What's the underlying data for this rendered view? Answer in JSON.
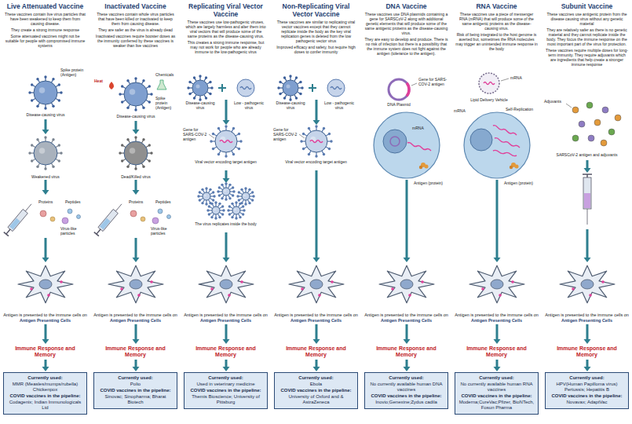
{
  "diagram": {
    "nodes": [
      {
        "text": [
          "Currently used:",
          "MMR (Measles/mumps/rubella) Chickenpox",
          "COVID vaccines in the pipeline:",
          "Codagenix; Indian Immunologicals Ltd"
        ]
      },
      {
        "text": [
          "Currently used:",
          "Polio",
          "COVID vaccines in the pipeline:",
          "Sinovac; Sinopharma; Bharat Biotech"
        ]
      },
      {
        "text": [
          "Currently used:",
          "Used in veterinary medicine",
          "COVID vaccines in the pipeline:",
          "Themis Bioscience; University of Pittsburg"
        ]
      },
      {
        "text": [
          "Currently used:",
          "Ebola",
          "COVID vaccines in the pipeline:",
          "University of Oxford and & AstraZeneca"
        ]
      },
      {
        "text": [
          "Currently used:",
          "No currently available human DNA vaccines",
          "COVID vaccines in the pipeline:",
          "Inovio;Genexine;Zydus cadila"
        ]
      },
      {
        "text": [
          "Currently used:",
          "No currently available human RNA vaccines",
          "COVID vaccines in the pipeline:",
          "Moderna;CureVac;Pfizer, BioNTech, Fosun Pharma"
        ]
      },
      {
        "text": [
          "Currently used:",
          "HPV(Human Papilloma virus) Pertussis; Hepatitis B",
          "COVID vaccines in the pipeline:",
          "Novavax; AdaptVac"
        ]
      }
    ],
    "labels": [
      "Live Attenuated Vaccine",
      "These vaccines contain live virus particles that have been weakened to keep them from causing disease.",
      "They create a strong immune response",
      "Some attenuated vaccines might not be suitable for people with compromised immune systems",
      "Spike protein (Antigen)",
      "Disease-causing virus",
      "Weakened virus",
      "Proteins",
      "Peptides",
      "Virus-like particles",
      "Antigen is presented to the immune cells on",
      "Antigen Presenting Cells",
      "Immune Response and Memory",
      "Inactivated Vaccine",
      "These vaccines contain whole virus particles that have been killed or inactivated to keep them from causing disease.",
      "They are safer as the virus is already dead",
      "Inactivated vaccines require booster doses as the immunity conferred by these vaccines is weaker than live vaccines",
      "Heat",
      "Chemicals",
      "Spike protein (Antigen)",
      "Disease-causing virus",
      "Dead/Killed virus",
      "Proteins",
      "Peptides",
      "Virus-like particles",
      "Antigen is presented to the immune cells on",
      "Antigen Presenting Cells",
      "Immune Response and Memory",
      "Replicating Viral Vector Vaccine",
      "These vaccines use low-pathogenic viruses, which are largely harmless and alter them into viral vectors that will produce some of the same proteins as the disease-causing virus.",
      "This creates a strong immune response, but may not work for people who are already immune to the low-pathogenic virus",
      "Disease-causing virus",
      "Low - pathogenic virus",
      "Gene for SARS-COV-2 antigen",
      "Viral vector encoding target antigen",
      "The virus replicates inside the body",
      "Antigen is presented to the immune cells on",
      "Antigen Presenting Cells",
      "Immune Response and Memory",
      "Non-Replicating Viral Vector Vaccine",
      "These vaccines are similar to replicating viral vector vaccines except that they cannot replicate inside the body as the key viral replication genes is deleted from the low pathogenic vector virus",
      "Improved efficacy and safety, but require high doses to confer immunity",
      "Disease-causing virus",
      "Low - pathogenic virus",
      "Gene for SARS-COV-2 antigen",
      "Viral vector encoding target antigen",
      "Antigen is presented to the immune cells on",
      "Antigen Presenting Cells",
      "Immune Response and Memory",
      "DNA Vaccine",
      "These vaccines use DNA plasmids containing a gene for SARSCoV-2 along with additional genetic elements that will produce some of the same antigenic proteins as the disease-causing virus.",
      "They are easy to develop and produce. There is no risk of infection but there is a possibility that the immune system does not fight against the antigen (tolerance to the antigen).",
      "Gene for SARS-COV-2 antigen",
      "DNA Plasmid",
      "mRNA",
      "Antigen (protein)",
      "Antigen is presented to the immune cells on",
      "Antigen Presenting Cells",
      "Immune Response and Memory",
      "RNA Vaccine",
      "These vaccines use a piece of messenger RNA (mRNA) that will produce some of the same antigenic proteins as the disease-causing virus.",
      "Risk of being integrated to the host genome is averted but, sometimes the RNA molecules may trigger an unintended immune response in the body",
      "mRNA",
      "Lipid Delivery Vehicle",
      "mRNA",
      "Self-Replication",
      "Antigen (protein)",
      "Antigen is presented to the immune cells on",
      "Antigen Presenting Cells",
      "Immune Response and Memory",
      "Subunit Vaccine",
      "These vaccines use antigenic protein from the disease causing virus without any genetic material",
      "They are relatively safer as there is no genetic material and they cannot replicate inside the body. They focus the immune response on the most important part of the virus for protection.",
      "These vaccines require multiple doses for long-term immunity. They require adjuvants which are ingredients that help create a stronger immune response",
      "Adjuvants",
      "SARSCoV-2 antigen and adjuvants",
      "Antigen is presented to the immune cells on",
      "Antigen Presenting Cells",
      "Immune Response and Memory"
    ]
  }
}
